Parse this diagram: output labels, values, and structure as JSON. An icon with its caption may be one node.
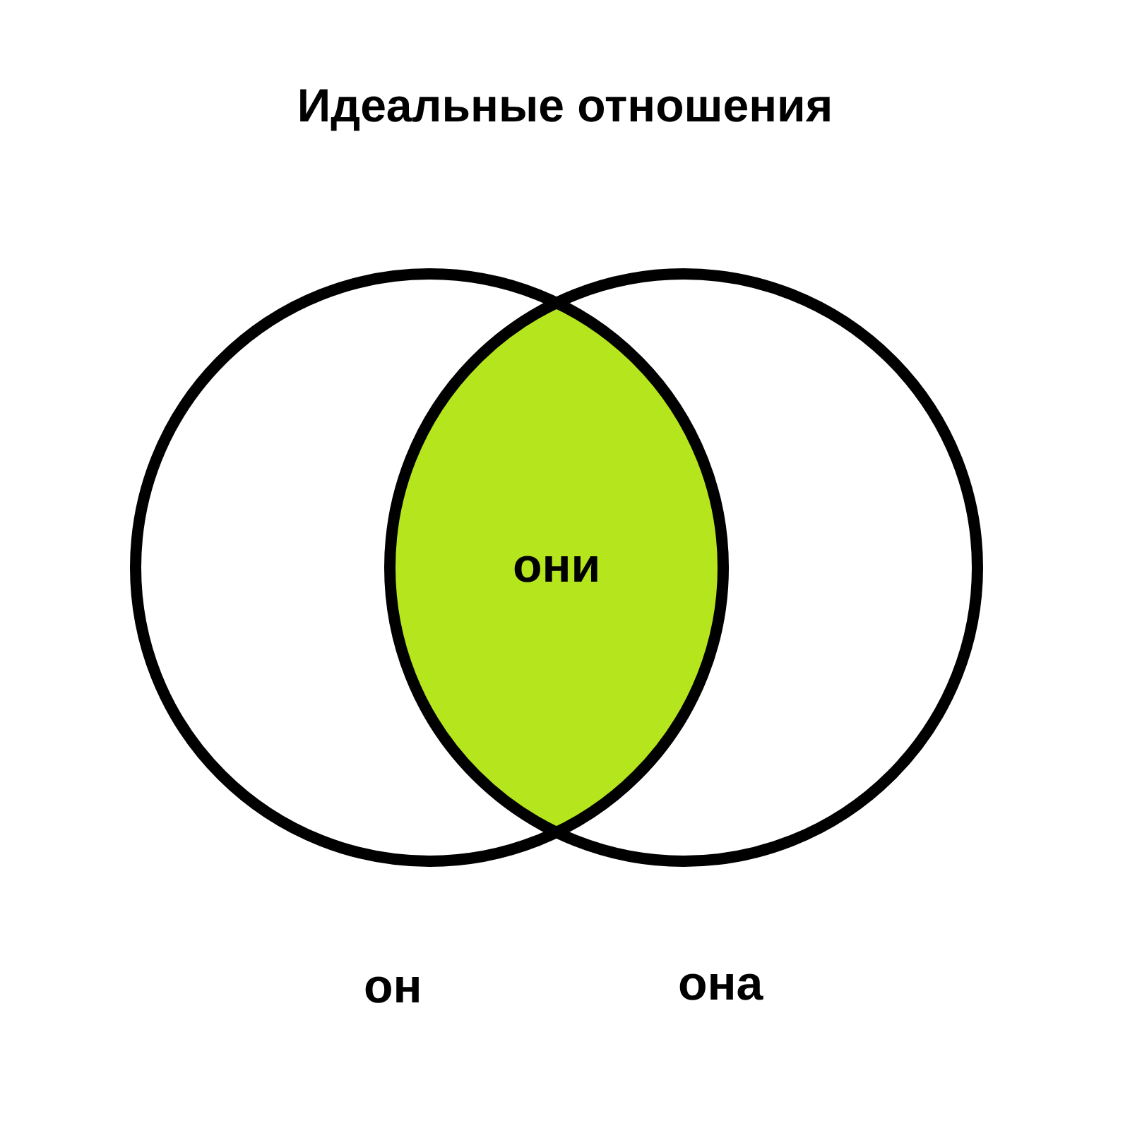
{
  "diagram": {
    "title": "Идеальные отношения",
    "nodes": [
      {
        "text": [
          "он"
        ]
      },
      {
        "text": [
          "она"
        ]
      },
      {
        "text": [
          "они"
        ]
      }
    ]
  }
}
